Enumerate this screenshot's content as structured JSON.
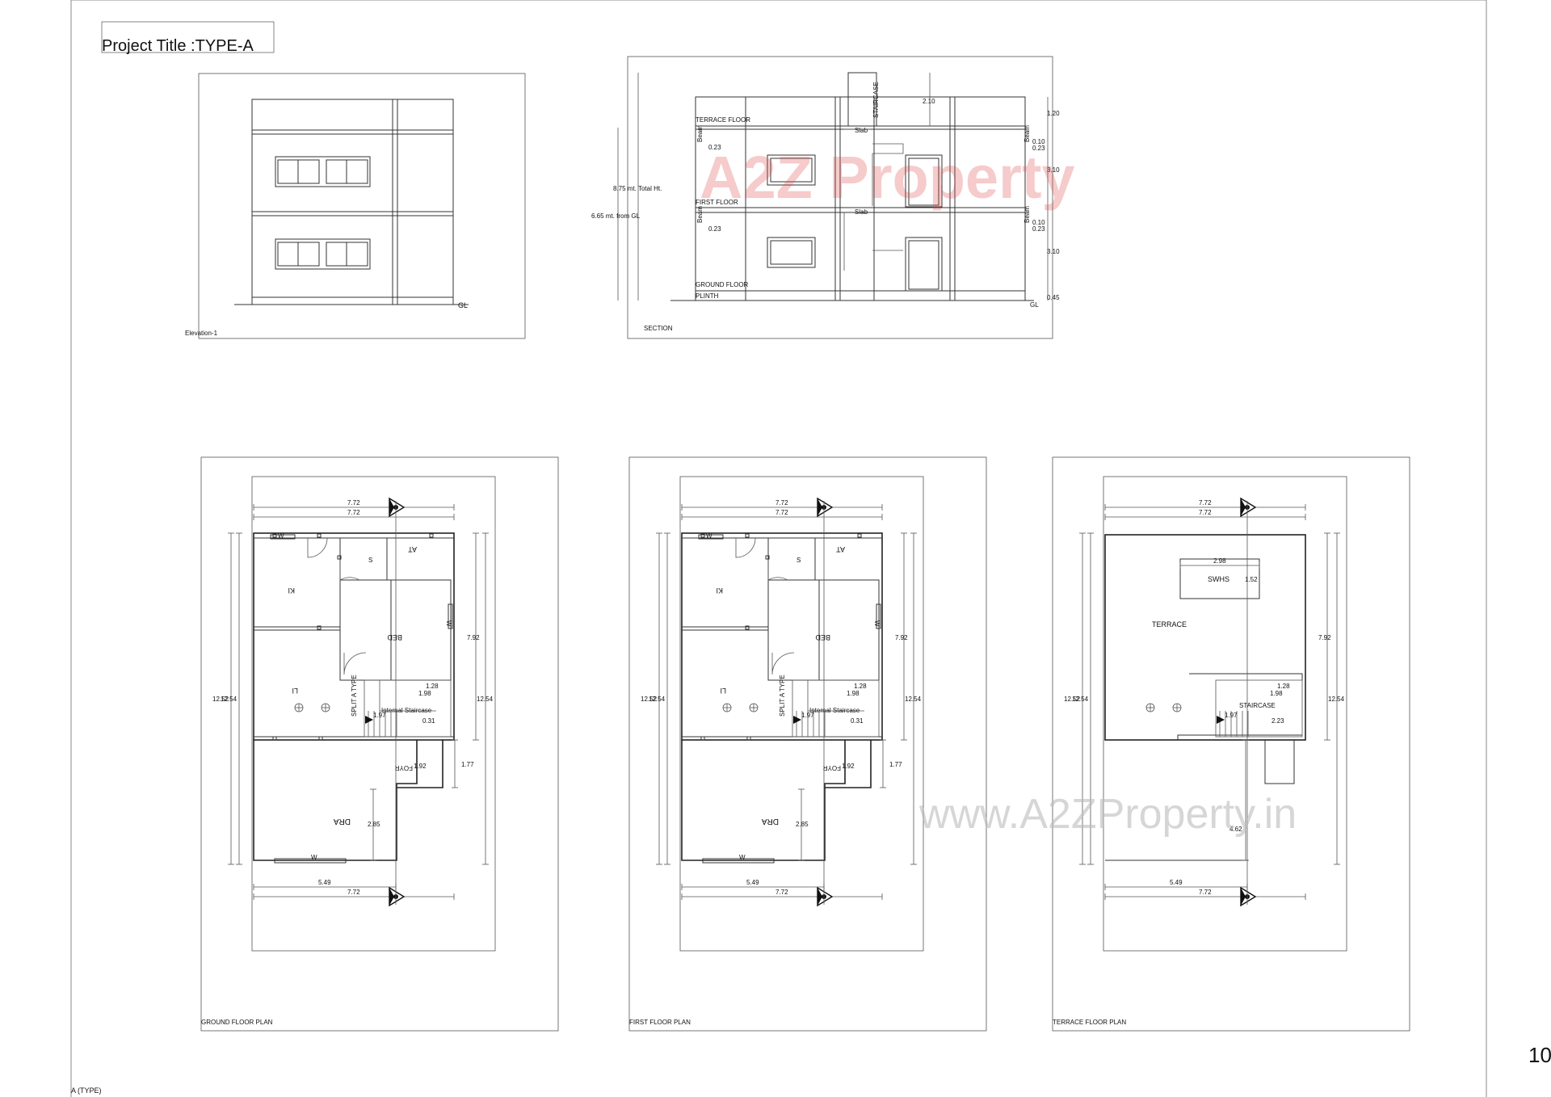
{
  "project_title": "Project Title :TYPE-A",
  "sheet_number": "10",
  "sheet_code": "A (TYPE)",
  "watermark": {
    "logo": "A2Z Property",
    "url": "www.A2ZProperty.in"
  },
  "elevation": {
    "caption": "Elevation-1",
    "gl": "GL"
  },
  "section": {
    "caption": "SECTION",
    "labels": {
      "terrace": "TERRACE FLOOR",
      "first": "FIRST FLOOR",
      "ground": "GROUND FLOOR",
      "plinth": "PLINTH",
      "staircase": "STAIRCASE",
      "slab": "Slab",
      "beam": "Beam",
      "gl": "GL"
    },
    "total_ht": "8.75 mt. Total Ht.",
    "from_gl": "6.65 mt. from GL",
    "dims": {
      "d210": "2.10",
      "d120": "1.20",
      "d010": "0.10",
      "d023": "0.23",
      "d310": "3.10",
      "d045": "0.45"
    }
  },
  "dims": {
    "d772": "7.72",
    "d792": "7.92",
    "d1254": "12.54",
    "d549": "5.49",
    "d177": "1.77",
    "d285": "2.85",
    "d128": "1.28",
    "d198": "1.98",
    "d197": "1.97",
    "d031": "0.31",
    "d192": "1.92",
    "d462": "4.62",
    "d298": "2.98",
    "d152": "1.52",
    "d223": "2.23",
    "d1252": "12.52"
  },
  "rooms": {
    "ki": "KI",
    "bed": "BED",
    "li": "LI",
    "dra": "DRA",
    "foyr": "FOYR",
    "at": "AT",
    "s": "S",
    "w": "W",
    "split": "SPLIT A TYPE",
    "internal_stair": "Internal Staircase",
    "terrace": "TERRACE",
    "swhs": "SWHS",
    "staircase": "STAIRCASE"
  },
  "plans": [
    {
      "caption": "GROUND FLOOR PLAN"
    },
    {
      "caption": "FIRST FLOOR PLAN"
    },
    {
      "caption": "TERRACE FLOOR PLAN"
    }
  ]
}
